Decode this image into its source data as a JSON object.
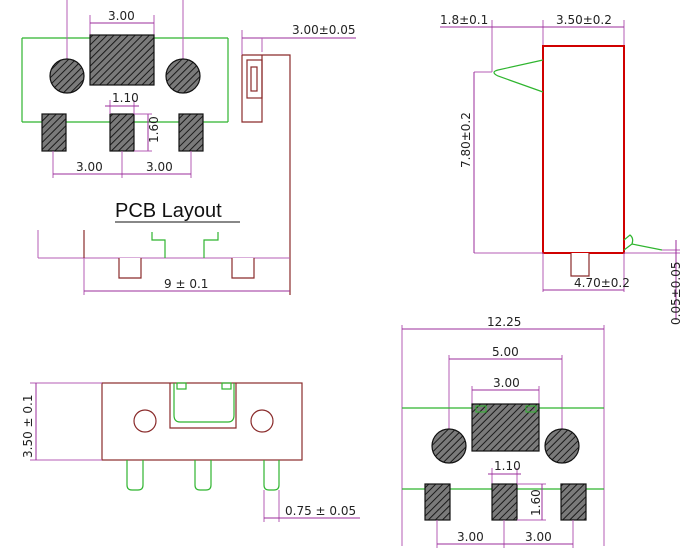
{
  "title": "PCB Layout",
  "dims": {
    "d_300_top_left": "3.00",
    "d_300_005": "3.00±0.05",
    "d_110_top": "1.10",
    "d_160_top": "1.60",
    "d_300_bl": "3.00",
    "d_300_br": "3.00",
    "d_9": "9 ± 0.1",
    "d_18": "1.8±0.1",
    "d_350_02": "3.50±0.2",
    "d_780": "7.80±0.2",
    "d_470": "4.70±0.2",
    "d_005": "0.05±0.05",
    "d_350_01": "3.50 ± 0.1",
    "d_075": "0.75 ± 0.05",
    "d_1225": "12.25",
    "d_500": "5.00",
    "d_300_br_top": "3.00",
    "d_110_br": "1.10",
    "d_160_br": "1.60",
    "d_300_br_bl": "3.00",
    "d_300_br_br": "3.00"
  },
  "colors": {
    "dimension": "#9b2d9b",
    "outline": "#8a2b2b",
    "green": "#2fb52f",
    "red": "#d00000"
  }
}
